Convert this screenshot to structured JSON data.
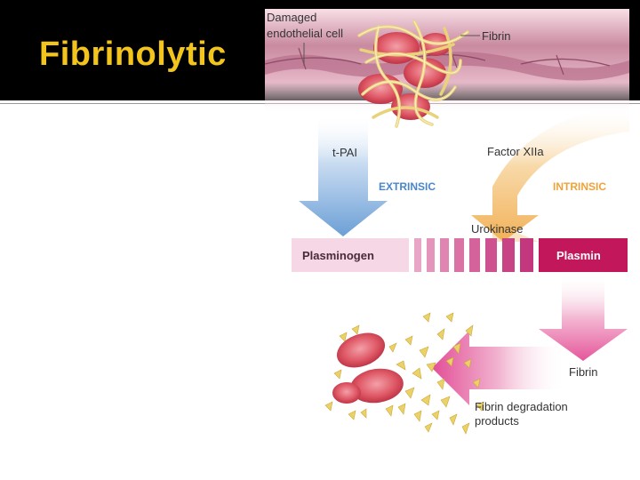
{
  "slide": {
    "title": "Fibrinolytic"
  },
  "diagram": {
    "labels": {
      "damaged_line1": "Damaged",
      "damaged_line2": "endothelial cell",
      "fibrin_top": "Fibrin",
      "tpai": "t-PAI",
      "factor": "Factor XIIa",
      "extrinsic": "EXTRINSIC",
      "intrinsic": "INTRINSIC",
      "urokinase": "Urokinase",
      "plasminogen": "Plasminogen",
      "plasmin": "Plasmin",
      "fibrin_bottom": "Fibrin",
      "fdp_line1": "Fibrin degradation",
      "fdp_line2": "products"
    },
    "colors": {
      "extrinsic": "#4a86c9",
      "intrinsic": "#f0a23a",
      "plasmin_bar": "#c2185b",
      "plasminogen_bar": "#f3d5e3",
      "fibrin": "#f2e4a0",
      "rbc": "#d84a5a",
      "title": "#f3c41b"
    }
  }
}
